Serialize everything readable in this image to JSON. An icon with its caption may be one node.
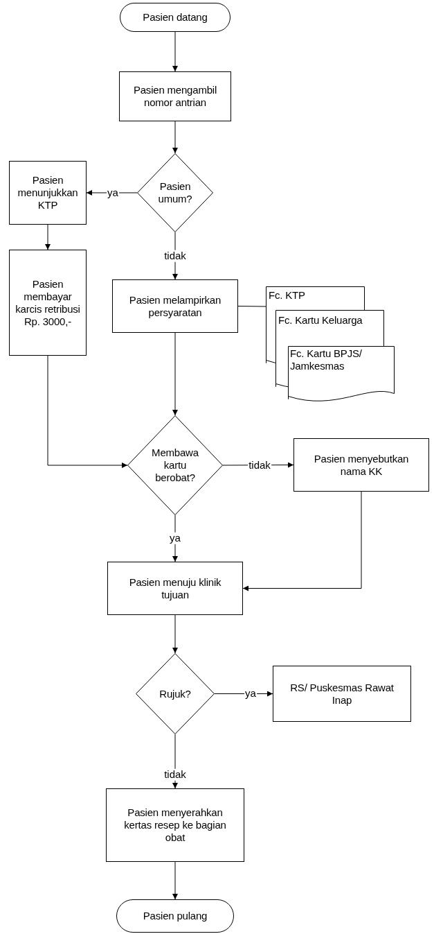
{
  "diagram": {
    "nodes": [
      {
        "text": [
          "Pasien datang"
        ]
      },
      {
        "text": [
          "Pasien mengambil nomor antrian"
        ]
      },
      {
        "text": [
          "Pasien umum?"
        ]
      },
      {
        "text": [
          "Pasien menunjukkan KTP"
        ]
      },
      {
        "text": [
          "Pasien membayar karcis retribusi Rp. 3000,-"
        ]
      },
      {
        "text": [
          "Pasien melampirkan persyaratan"
        ]
      },
      {
        "text": [
          "Fc. KTP",
          "Fc. Kartu Keluarga",
          "Fc. Kartu BPJS/ Jamkesmas"
        ]
      },
      {
        "text": [
          "Membawa kartu berobat?"
        ]
      },
      {
        "text": [
          "Pasien menyebutkan nama KK"
        ]
      },
      {
        "text": [
          "Pasien menuju klinik tujuan"
        ]
      },
      {
        "text": [
          "Rujuk?"
        ]
      },
      {
        "text": [
          "RS/ Puskesmas Rawat Inap"
        ]
      },
      {
        "text": [
          "Pasien menyerahkan kertas resep ke bagian obat"
        ]
      },
      {
        "text": [
          "Pasien pulang"
        ]
      }
    ],
    "edges": [
      {
        "from": 0,
        "to": 1,
        "arrow": "to"
      },
      {
        "from": 1,
        "to": 2,
        "arrow": "to"
      },
      {
        "from": 2,
        "to": 3,
        "arrow": "to",
        "label": "ya"
      },
      {
        "from": 3,
        "to": 4,
        "arrow": "to"
      },
      {
        "from": 2,
        "to": 5,
        "arrow": "to",
        "label": "tidak"
      },
      {
        "from": 5,
        "to": 6,
        "arrow": "none"
      },
      {
        "from": 4,
        "to": 7,
        "arrow": "to"
      },
      {
        "from": 5,
        "to": 7,
        "arrow": "to"
      },
      {
        "from": 7,
        "to": 8,
        "arrow": "to",
        "label": "tidak"
      },
      {
        "from": 7,
        "to": 9,
        "arrow": "to",
        "label": "ya"
      },
      {
        "from": 8,
        "to": 9,
        "arrow": "to"
      },
      {
        "from": 9,
        "to": 10,
        "arrow": "to"
      },
      {
        "from": 10,
        "to": 11,
        "arrow": "to",
        "label": "ya"
      },
      {
        "from": 10,
        "to": 12,
        "arrow": "to",
        "label": "tidak"
      },
      {
        "from": 12,
        "to": 13,
        "arrow": "to"
      }
    ]
  }
}
